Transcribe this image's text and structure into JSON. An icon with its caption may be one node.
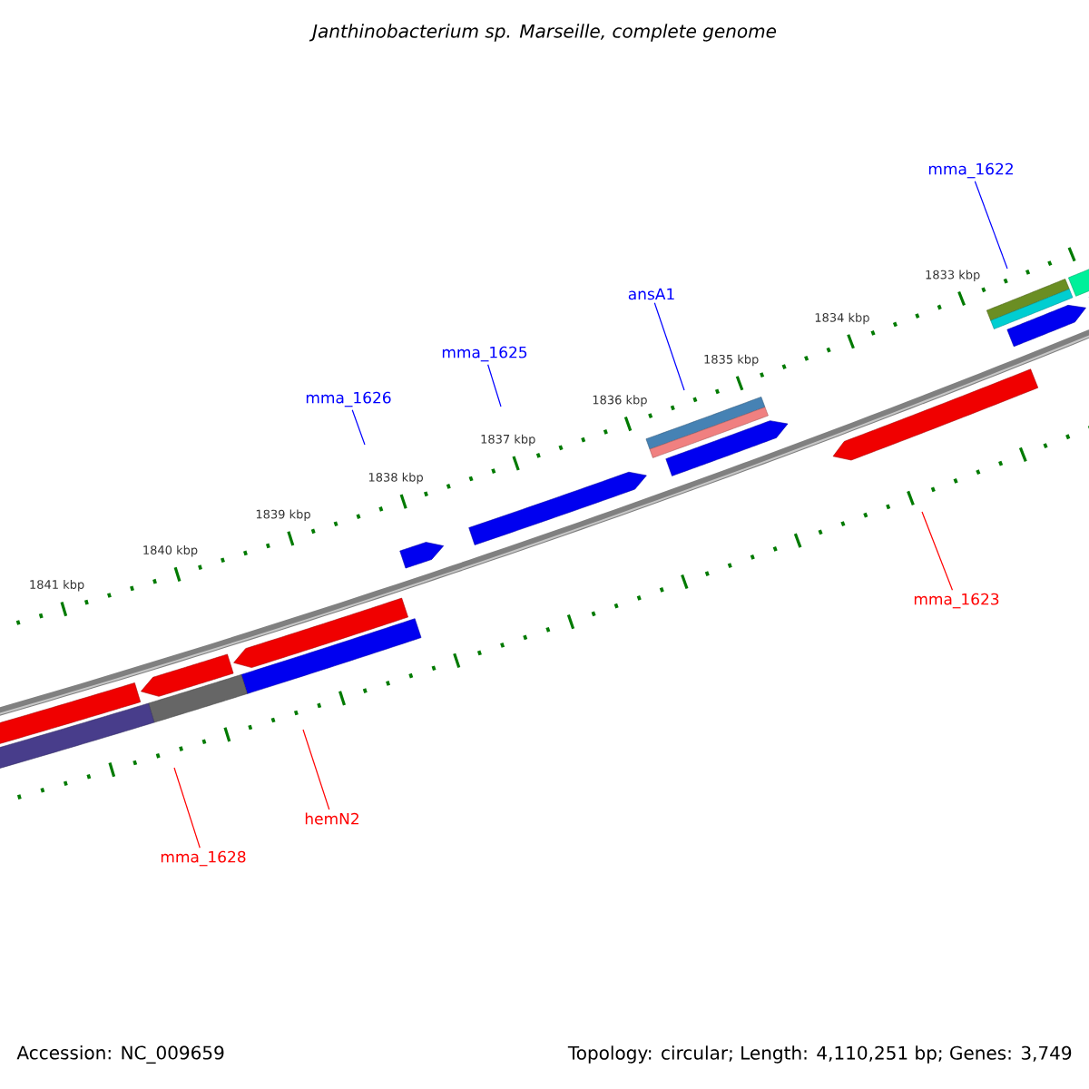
{
  "diagram": {
    "title": "Janthinobacterium sp. Marseille, complete genome",
    "nodes": [
      {
        "text": [
          "mma_1622"
        ]
      },
      {
        "text": [
          "ansA1"
        ]
      },
      {
        "text": [
          "mma_1625"
        ]
      },
      {
        "text": [
          "mma_1626"
        ]
      },
      {
        "text": [
          "mma_1623"
        ]
      },
      {
        "text": [
          "hemN2"
        ]
      },
      {
        "text": [
          "mma_1628"
        ]
      }
    ],
    "edges": [
      {
        "from": 0,
        "to": null,
        "arrow": "none",
        "color": "#0000ff"
      },
      {
        "from": 1,
        "to": null,
        "arrow": "none",
        "color": "#0000ff"
      },
      {
        "from": 2,
        "to": null,
        "arrow": "none",
        "color": "#0000ff"
      },
      {
        "from": 3,
        "to": null,
        "arrow": "none",
        "color": "#0000ff"
      },
      {
        "from": 4,
        "to": null,
        "arrow": "none",
        "color": "#ff0000"
      },
      {
        "from": 5,
        "to": null,
        "arrow": "none",
        "color": "#ff0000"
      },
      {
        "from": 6,
        "to": null,
        "arrow": "none",
        "color": "#ff0000"
      }
    ],
    "labels": [
      "1833 kbp",
      "1834 kbp",
      "1835 kbp",
      "1836 kbp",
      "1837 kbp",
      "1838 kbp",
      "1839 kbp",
      "1840 kbp",
      "1841 kbp",
      "Accession: NC_009659",
      "Topology: circular; Length: 4,110,251 bp; Genes: 3,749"
    ]
  }
}
